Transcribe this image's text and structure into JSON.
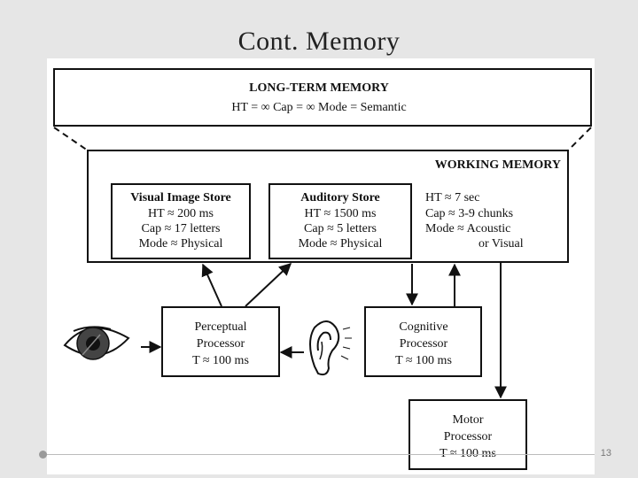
{
  "slide": {
    "title": "Cont. Memory",
    "page_number": "13"
  },
  "diagram": {
    "long_term_memory": {
      "title": "LONG-TERM MEMORY",
      "params": "HT = ∞   Cap = ∞   Mode = Semantic"
    },
    "working_memory": {
      "title": "WORKING MEMORY",
      "visual_store": {
        "title": "Visual Image Store",
        "lines": [
          "HT ≈ 200 ms",
          "Cap ≈ 17 letters",
          "Mode ≈ Physical"
        ]
      },
      "auditory_store": {
        "title": "Auditory Store",
        "lines": [
          "HT ≈ 1500 ms",
          "Cap ≈ 5 letters",
          "Mode ≈ Physical"
        ]
      },
      "params": [
        "HT ≈ 7 sec",
        "Cap ≈ 3-9 chunks",
        "Mode ≈ Acoustic",
        "or Visual"
      ]
    },
    "perceptual_processor": {
      "lines": [
        "Perceptual",
        "Processor",
        "T ≈ 100 ms"
      ]
    },
    "cognitive_processor": {
      "lines": [
        "Cognitive",
        "Processor",
        "T ≈ 100 ms"
      ]
    },
    "motor_processor": {
      "lines": [
        "Motor",
        "Processor",
        "T ≈ 100 ms"
      ]
    },
    "icons": [
      "eye-icon",
      "ear-icon"
    ]
  }
}
